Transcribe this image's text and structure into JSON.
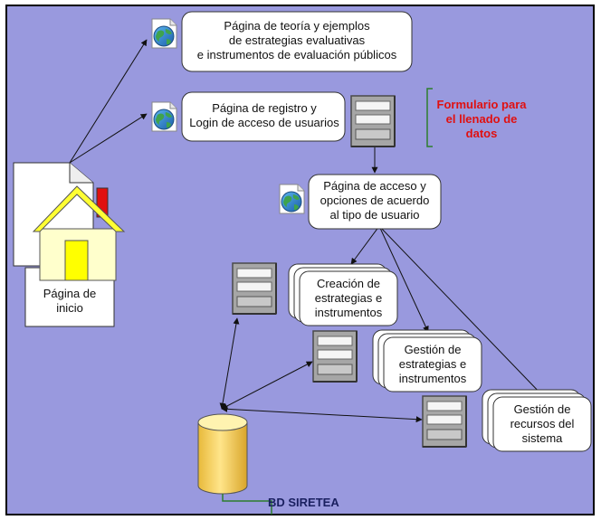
{
  "nodes": {
    "theory_page": {
      "lines": [
        "Página de teoría y ejemplos",
        "de estrategias evaluativas",
        "e instrumentos de evaluación públicos"
      ]
    },
    "registration_page": {
      "lines": [
        "Página de registro y",
        "Login de acceso de usuarios"
      ]
    },
    "form_note": {
      "lines": [
        "Formulario para",
        "el llenado de",
        "datos"
      ]
    },
    "access_page": {
      "lines": [
        "Página de acceso y",
        "opciones de acuerdo",
        "al tipo de usuario"
      ]
    },
    "home_page": {
      "lines": [
        "Página de",
        "inicio"
      ]
    },
    "creation_page": {
      "lines": [
        "Creación de",
        "estrategias e",
        "instrumentos"
      ]
    },
    "management_page": {
      "lines": [
        "Gestión de",
        "estrategias e",
        "instrumentos"
      ]
    },
    "resources_page": {
      "lines": [
        "Gestión de",
        "recursos del",
        "sistema"
      ]
    },
    "database": {
      "label": "BD SIRETEA"
    }
  },
  "colors": {
    "background": "#9999de",
    "accent_red": "#e01010",
    "db_fill": "#f2c94c",
    "form_gray": "#9a9a9a",
    "house_roof": "#ffff33",
    "house_body": "#ffffcc",
    "chimney": "#e01010",
    "door": "#ffff00",
    "bracket_green": "#2d7d2d"
  }
}
